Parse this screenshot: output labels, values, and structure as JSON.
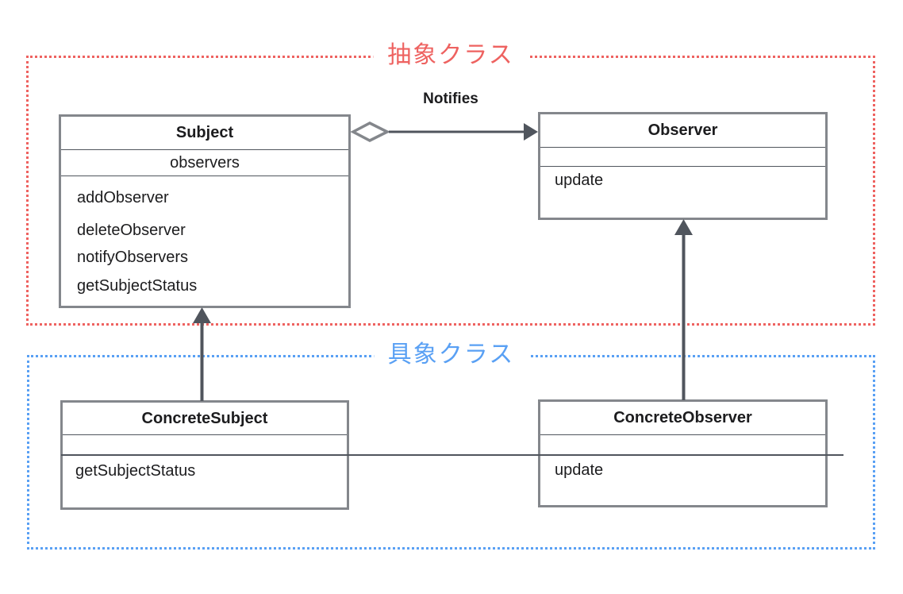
{
  "groups": {
    "abstract": {
      "label": "抽象クラス",
      "color": "#ee6260"
    },
    "concrete": {
      "label": "具象クラス",
      "color": "#59a0f4"
    }
  },
  "classes": {
    "subject": {
      "title": "Subject",
      "attributes": [
        "observers"
      ],
      "methods": [
        "addObserver",
        "deleteObserver",
        "notifyObservers",
        "getSubjectStatus"
      ]
    },
    "observer": {
      "title": "Observer",
      "attributes": [],
      "methods": [
        "update"
      ]
    },
    "concreteSubject": {
      "title": "ConcreteSubject",
      "attributes": [],
      "methods": [
        "getSubjectStatus"
      ]
    },
    "concreteObserver": {
      "title": "ConcreteObserver",
      "attributes": [],
      "methods": [
        "update"
      ]
    }
  },
  "relations": {
    "notifies": {
      "label": "Notifies",
      "from": "Subject",
      "to": "Observer",
      "type": "aggregation-arrow"
    },
    "subjectInheritance": {
      "from": "ConcreteSubject",
      "to": "Subject",
      "type": "arrow"
    },
    "observerInheritance": {
      "from": "ConcreteObserver",
      "to": "Observer",
      "type": "arrow"
    }
  },
  "colors": {
    "boxBorder": "#84878c",
    "lineDark": "#50555d",
    "text": "#1c1c1e",
    "background": "#ffffff"
  }
}
